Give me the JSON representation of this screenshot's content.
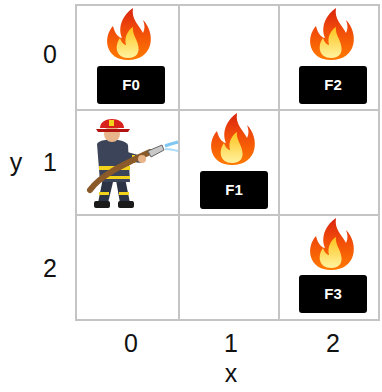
{
  "diagram": {
    "nodes": [
      {
        "text": [
          "F0"
        ]
      },
      {
        "text": [
          "F1"
        ]
      },
      {
        "text": [
          "F2"
        ]
      },
      {
        "text": [
          "F3"
        ]
      }
    ],
    "labels": [
      "0",
      "1",
      "2",
      "y",
      "0",
      "1",
      "2",
      "x"
    ]
  }
}
